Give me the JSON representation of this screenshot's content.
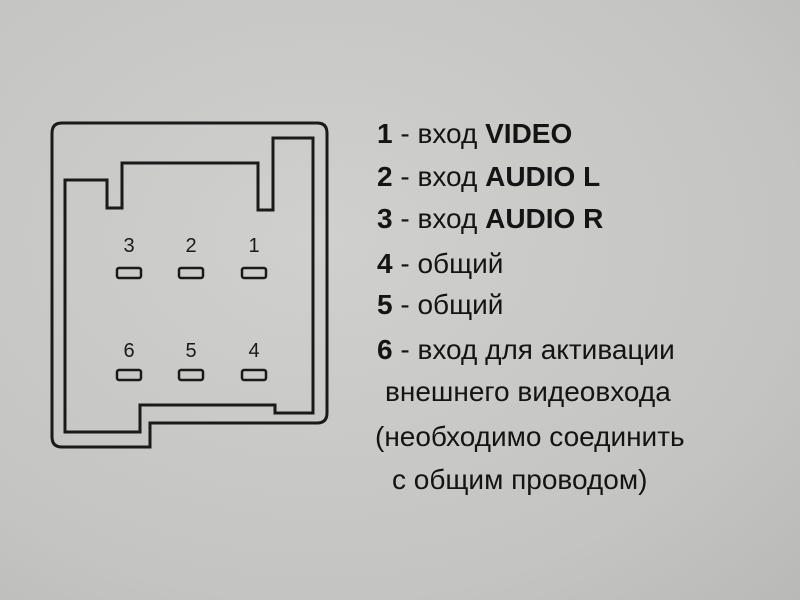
{
  "connector": {
    "pins_top": [
      "3",
      "2",
      "1"
    ],
    "pins_bottom": [
      "6",
      "5",
      "4"
    ]
  },
  "legend": [
    {
      "num": "1",
      "sep": " - ",
      "text": "вход ",
      "kw": "VIDEO"
    },
    {
      "num": "2",
      "sep": " - ",
      "text": "вход ",
      "kw": "AUDIO L"
    },
    {
      "num": "3",
      "sep": " - ",
      "text": "вход ",
      "kw": "AUDIO R"
    },
    {
      "num": "4",
      "sep": " - ",
      "text": "общий",
      "kw": ""
    },
    {
      "num": "5",
      "sep": " - ",
      "text": "общий",
      "kw": ""
    },
    {
      "num": "6",
      "sep": " - ",
      "text": "вход для активации",
      "kw": ""
    }
  ],
  "legend_continuation": [
    "внешнего видеовхода",
    "(необходимо соединить",
    "с общим проводом)"
  ]
}
